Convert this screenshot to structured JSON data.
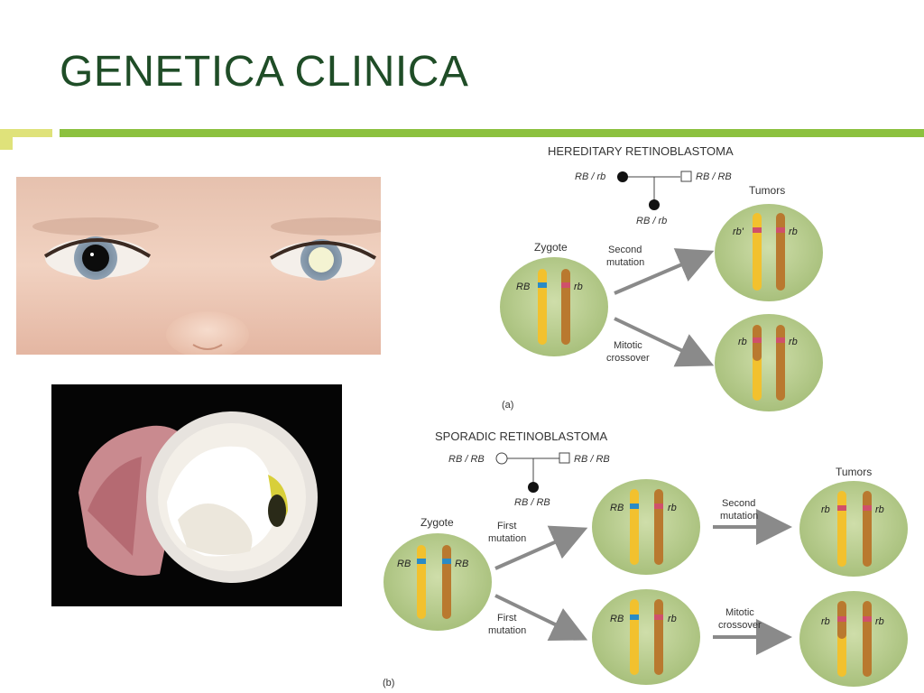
{
  "slide": {
    "title": "GENETICA CLINICA"
  },
  "images": {
    "eyes_photo": "child-eyes-leukocoria-photo",
    "tumor_photo": "enucleated-eye-tumor-photo"
  },
  "diagram_a": {
    "heading": "HEREDITARY RETINOBLASTOMA",
    "parent_left": "RB / rb",
    "parent_right": "RB / RB",
    "child": "RB / rb",
    "zygote": "Zygote",
    "tumors": "Tumors",
    "step_top": [
      "Second",
      "mutation"
    ],
    "step_bottom": [
      "Mitotic",
      "crossover"
    ],
    "allele_rb_big": "RB",
    "allele_rb_small": "rb",
    "allele_rb_prime": "rb'",
    "panel": "(a)"
  },
  "diagram_b": {
    "heading": "SPORADIC RETINOBLASTOMA",
    "parent_left": "RB / RB",
    "parent_right": "RB / RB",
    "child": "RB / RB",
    "zygote": "Zygote",
    "tumors": "Tumors",
    "first_top": [
      "First",
      "mutation"
    ],
    "first_bottom": [
      "First",
      "mutation"
    ],
    "second_top": [
      "Second",
      "mutation"
    ],
    "second_bottom": [
      "Mitotic",
      "crossover"
    ],
    "allele_rb_big": "RB",
    "allele_rb_small": "rb",
    "panel": "(b)"
  },
  "colors": {
    "title": "#1f4d27",
    "accent_green": "#8cc13f",
    "accent_yellow": "#dfe27a",
    "cell": "#b9cf8e",
    "chrom_yellow": "#f2c12e",
    "chrom_brown": "#b9792f",
    "mark_blue": "#2a8bc6",
    "mark_red": "#d0506a",
    "arrow": "#8a8a8a"
  }
}
